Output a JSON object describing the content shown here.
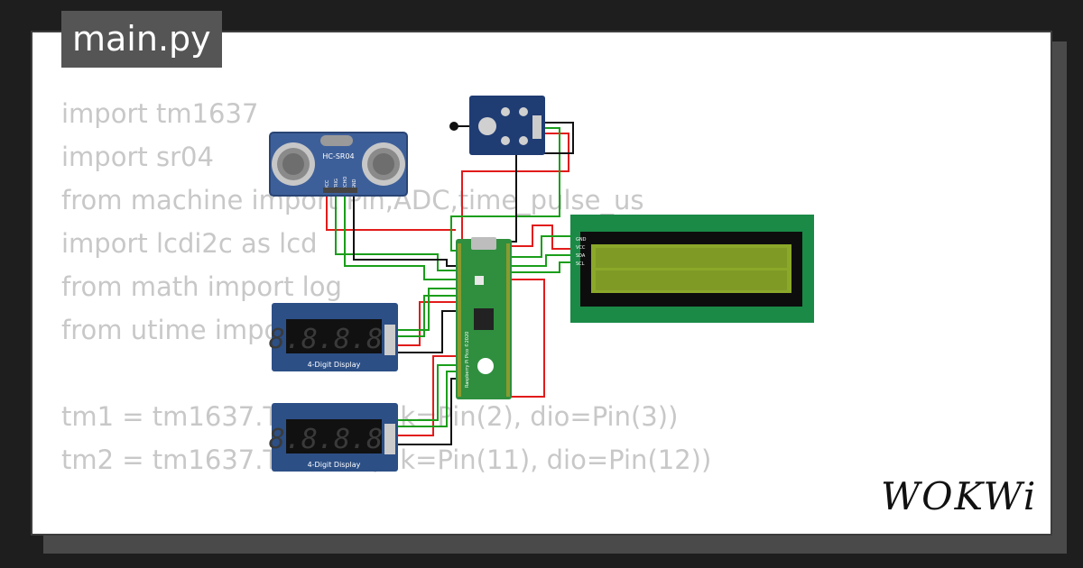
{
  "file": {
    "name": "main.py"
  },
  "code_lines": [
    "import tm1637",
    "import sr04",
    "from machine import Pin,ADC,time_pulse_us",
    "import lcdi2c as lcd",
    "from math import log",
    "from utime import sleep",
    "",
    "tm1 = tm1637.TM1637(clk=Pin(2), dio=Pin(3))",
    "tm2 = tm1637.TM1637(clk=Pin(11), dio=Pin(12))"
  ],
  "brand": {
    "logo_text": "WOKWi"
  },
  "components": {
    "ultrasonic": {
      "label": "HC-SR04",
      "pins": [
        "VCC",
        "TRIG",
        "ECHO",
        "GND"
      ]
    },
    "display_1": {
      "digits": "8.8.8.8.",
      "label": "4-Digit Display"
    },
    "display_2": {
      "digits": "8.8.8.8.",
      "label": "4-Digit Display"
    },
    "lcd": {
      "pins": [
        "GND",
        "VCC",
        "SDA",
        "SCL"
      ]
    },
    "pico": {
      "text": "Raspberry Pi Pico ©2020"
    }
  },
  "colors": {
    "background": "#1e1e1e",
    "card": "#ffffff",
    "wire_red": "#e21b1b",
    "wire_green": "#1a9e1a",
    "wire_black": "#111111",
    "pcb_blue": "#2c4f86",
    "pico_green": "#2f8f3e",
    "lcd_screen": "#8ba82a"
  }
}
